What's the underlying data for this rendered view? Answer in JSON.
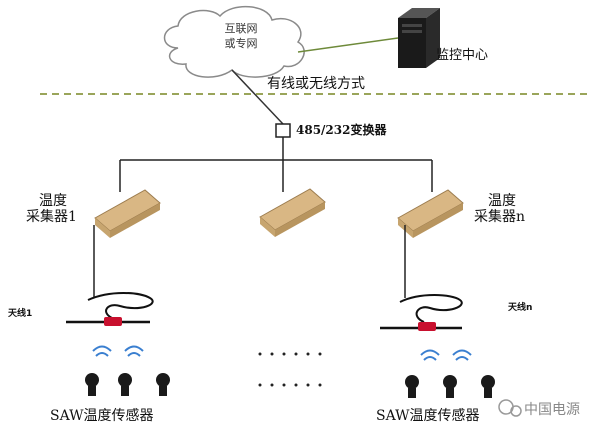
{
  "cloud": {
    "line1": "互联网",
    "line2": "或专网"
  },
  "monitor_center": {
    "label": "监控中心"
  },
  "network_mode": {
    "label": "有线或无线方式"
  },
  "converter": {
    "label": "485/232变换器"
  },
  "collectors": {
    "left": {
      "line1": "温度",
      "line2": "采集器1"
    },
    "right": {
      "line1": "温度",
      "line2": "采集器n"
    }
  },
  "antennas": {
    "left": "天线1",
    "right": "天线n"
  },
  "sensors": {
    "left": "SAW温度传感器",
    "right": "SAW温度传感器"
  },
  "watermark": {
    "text": "中国电源"
  },
  "colors": {
    "dashed_line": "#9aa55a",
    "collector_body": "#d9b784",
    "server_body": "#1a1a1a",
    "wave": "#3a7fd0",
    "antenna_red": "#c8102e"
  }
}
